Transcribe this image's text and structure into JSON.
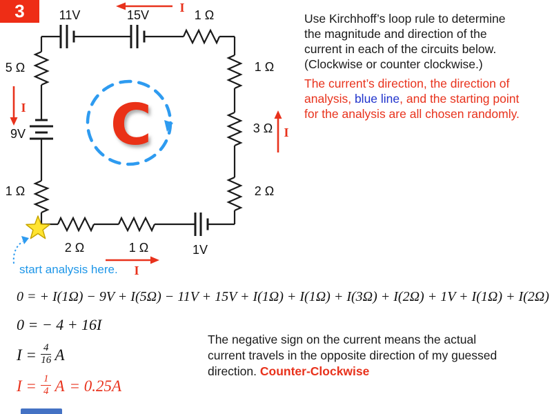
{
  "badge": {
    "number": "3"
  },
  "instructions": {
    "line1": "Use Kirchhoff’s loop rule to determine",
    "line2": "the magnitude and direction of the",
    "line3": "current in each of the circuits below.",
    "line4": "(Clockwise or counter clockwise.)",
    "note_line1": "The current’s direction, the direction of",
    "note_line2_pre": "analysis, ",
    "note_line2_blue": "blue line",
    "note_line2_post": ", and the starting point",
    "note_line3": "for the analysis are all chosen randomly."
  },
  "circuit": {
    "batteries": {
      "top_left": "11V",
      "top_mid": "15V",
      "left": "9V",
      "bottom": "1V"
    },
    "resistors": {
      "top_right": "1 Ω",
      "right_top": "1 Ω",
      "right_mid": "3 Ω",
      "right_bottom": "2 Ω",
      "bottom_mid": "1 Ω",
      "bottom_left": "2 Ω",
      "left_bottom": "1 Ω",
      "left_top": "5 Ω"
    },
    "current_label": "I",
    "loop_letter": "C",
    "start_note": "start analysis here."
  },
  "equations": {
    "loop": "0 = + I(1Ω) − 9V + I(5Ω) − 11V + 15V + I(1Ω) + I(1Ω) + I(3Ω) + I(2Ω) + 1V + I(1Ω) + I(2Ω)",
    "simplified": "0 = − 4 + 16I",
    "solve": {
      "lhs": "I =",
      "num": "4",
      "den": "16",
      "unit": "A"
    },
    "result": {
      "lhs": "I =",
      "num": "1",
      "den": "4",
      "unit": "A",
      "tail": "= 0.25A"
    }
  },
  "conclusion": {
    "line1": "The negative sign on the current means the actual",
    "line2": "current travels in the opposite direction of my guessed",
    "line3_pre": "direction. ",
    "line3_highlight": "Counter-Clockwise"
  },
  "colors": {
    "accent_red": "#e8321c",
    "badge_red": "#ee2d16",
    "loop_blue": "#2e9bf0",
    "note_blue": "#2033cc",
    "star_yellow": "#ffe430",
    "bottom_bar_blue": "#4472c4"
  }
}
